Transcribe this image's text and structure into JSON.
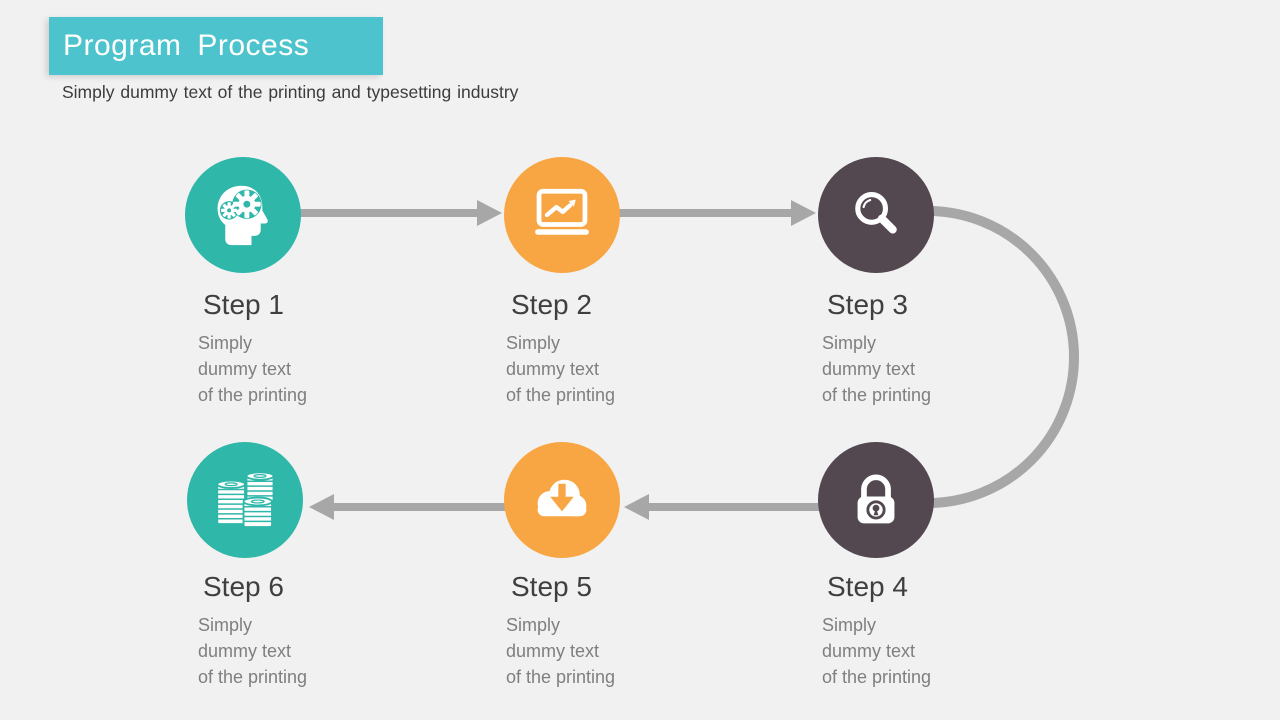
{
  "slide": {
    "title": "Program Process",
    "subtitle": "Simply dummy text of the printing and typesetting industry",
    "background_color": "#f2f1f1",
    "title_bar_color": "#4cc3cd",
    "title_text_color": "#ffffff",
    "arrow_color": "#a7a7a7",
    "heading_text_color": "#3f3f3f",
    "body_text_color": "#7f7f7f"
  },
  "steps": [
    {
      "label": "Step 1",
      "description": "Simply\ndummy text\nof the printing",
      "icon": "head-gears-icon",
      "circle_color": "#2fb7a9"
    },
    {
      "label": "Step 2",
      "description": "Simply\ndummy text\nof the printing",
      "icon": "laptop-chart-icon",
      "circle_color": "#f7a643"
    },
    {
      "label": "Step 3",
      "description": "Simply\ndummy text\nof the printing",
      "icon": "search-icon",
      "circle_color": "#534850"
    },
    {
      "label": "Step 4",
      "description": "Simply\ndummy text\nof the printing",
      "icon": "lock-icon",
      "circle_color": "#534850"
    },
    {
      "label": "Step 5",
      "description": "Simply\ndummy text\nof the printing",
      "icon": "cloud-download-icon",
      "circle_color": "#f7a643"
    },
    {
      "label": "Step 6",
      "description": "Simply\ndummy text\nof the printing",
      "icon": "coins-icon",
      "circle_color": "#2fb7a9"
    }
  ]
}
